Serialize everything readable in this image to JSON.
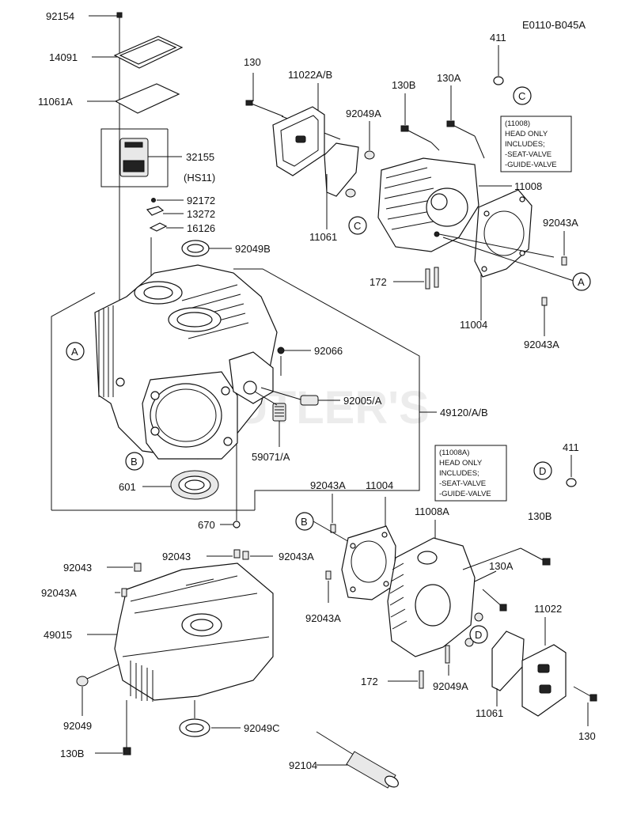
{
  "diagram_code": "E0110-B045A",
  "watermark": "DUTLER'S",
  "notes": {
    "n11008": [
      "(11008)",
      "HEAD ONLY",
      "INCLUDES;",
      "-SEAT-VALVE",
      "-GUIDE-VALVE"
    ],
    "n11008a": [
      "(11008A)",
      "HEAD ONLY",
      "INCLUDES;",
      "-SEAT-VALVE",
      "-GUIDE-VALVE"
    ]
  },
  "callouts": {
    "A": "A",
    "B": "B",
    "C": "C",
    "D": "D"
  },
  "labels": {
    "p92154": "92154",
    "p14091": "14091",
    "p11061A": "11061A",
    "p32155": "32155",
    "pHS11": "(HS11)",
    "p92172": "92172",
    "p13272": "13272",
    "p16126": "16126",
    "p92049B": "92049B",
    "p92066": "92066",
    "p92005A": "92005/A",
    "p49120": "49120/A/B",
    "p59071": "59071/A",
    "p601": "601",
    "p670": "670",
    "p130_top": "130",
    "p11022AB": "11022A/B",
    "p130B_top": "130B",
    "p130A_top": "130A",
    "p411_top": "411",
    "p92049A_top": "92049A",
    "p11008": "11008",
    "p11061_top": "11061",
    "p92043A_r1": "92043A",
    "p172_top": "172",
    "p11004_top": "11004",
    "p92043A_r2": "92043A",
    "p411_mid": "411",
    "p92043A_b1": "92043A",
    "p11004_b": "11004",
    "p11008A": "11008A",
    "p130B_b": "130B",
    "p130A_b": "130A",
    "p92043A_b2": "92043A",
    "p11022": "11022",
    "p172_b": "172",
    "p92049A_b": "92049A",
    "p11061_b": "11061",
    "p130_b": "130",
    "p92104": "92104",
    "p92043_l": "92043",
    "p92043A_l": "92043A",
    "p49015": "49015",
    "p92049": "92049",
    "p130B_l": "130B",
    "p92043_c": "92043",
    "p92043A_c": "92043A",
    "p92049C": "92049C"
  }
}
